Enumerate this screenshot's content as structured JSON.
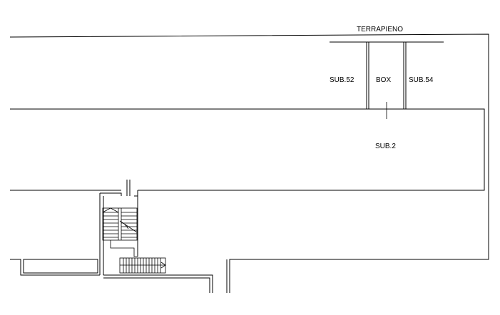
{
  "plan": {
    "labels": {
      "terrapieno": "TERRAPIENO",
      "sub52": "SUB.52",
      "box": "BOX",
      "sub54": "SUB.54",
      "sub2": "SUB.2"
    }
  }
}
